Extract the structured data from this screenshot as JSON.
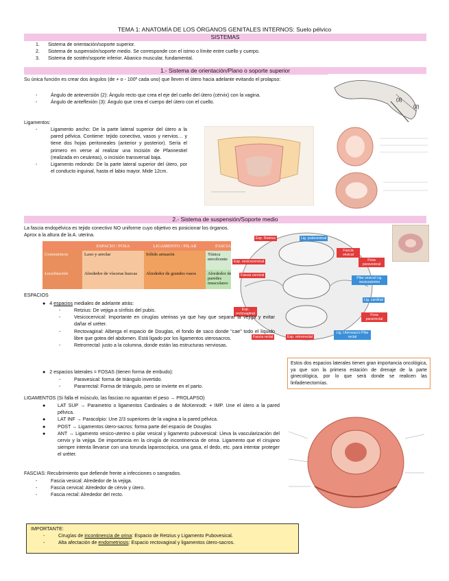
{
  "header": {
    "title": "TEMA 1: ANATOMÍA DE LOS ÓRGANOS GENITALES INTERNOS: Suelo pélvico",
    "systems_band": "SISTEMAS"
  },
  "systems": [
    {
      "num": "1.",
      "text": "Sistema de orientación/soporte superior."
    },
    {
      "num": "2.",
      "text": "Sistema de suspensión/soporte medio. Se corresponde con el istmo o límite entre cuello y cuerpo."
    },
    {
      "num": "3.",
      "text": "Sistema de sostén/soporte inferior. Abanico muscular, fundamental."
    }
  ],
  "section1": {
    "band": "1.- Sistema de orientación/Plano o soporte superior",
    "intro": "Su única función es crear dos ángulos (de + o - 100º cada uno) que lleven el útero hacia adelante evitando el prolapso:",
    "angles": [
      "Ángulo de anteversión (2): Ángulo recto que crea el eje del cuello del útero (cérvix) con la vagina.",
      "Ángulo de anteflexión (3): Ángulo que crea el cuerpo del útero con el cuello."
    ],
    "ligaments_heading": "Ligamentos:",
    "ligaments": [
      "Ligamento ancho: De la parte lateral superior del útero a la pared pélvica. Contiene: tejido conectivo, vasos y nervios… y tiene dos hojas peritoneales (anterior y posterior). Sería el primero en verse al realizar una Incisión de Pfannestiel (realizada en cesáreas), o incisión transversal baja.",
      "Ligamento redondo: De la parte lateral superior del útero, por el conducto inguinal, hasta el labio mayor. Mide 12cm."
    ],
    "figure_labels": [
      "(3)",
      "(2)"
    ]
  },
  "section2": {
    "band": "2.- Sistema de suspensión/Soporte medio",
    "intro": "La fascia endopélvica es tejido conectivo NO uniforme cuyo objetivo es posicionar los órganos. Aprox a la altura de la A. uterina.",
    "table": {
      "headers": [
        "",
        "ESPACIO / FOSA",
        "LIGAMENTO / PILAR",
        "FASCIA"
      ],
      "rows": [
        [
          "Consistencia",
          "Laxo y areolar",
          "Sólido armazón",
          "Túnica envolvente"
        ],
        [
          "Localización",
          "Alrededor de vísceras huecas",
          "Alrededor de grandes vasos",
          "Alrededor de paredes musculares"
        ]
      ]
    },
    "diagram_labels": {
      "retzius": "Esp. Retzius",
      "pubovesical": "Lig. pubovesical",
      "fascia_vesical": "Fascia vesical",
      "vesicocervical": "Esp. vesicocervical",
      "paravesical": "Fosa paravesical",
      "fascia_cervical": "Fascia cervical",
      "pilar_vesical": "Pilar vesical Lig. vesicouterino",
      "cardinal": "Lig. cardinal",
      "rectovaginal": "Esp. rectovaginal",
      "pararrectal": "Fosa pararrectal",
      "fascia_rectal": "Fascia rectal",
      "retrorrectal": "Esp. retrorrectal",
      "uterosacro": "Lig. Uterosacro Pilar rectal"
    },
    "espacios_heading": "ESPACIOS",
    "espacios_line_pre": "4 ",
    "espacios_line_u": "espacios",
    "espacios_line_post": " mediales de adelante atrás:",
    "espacios_items": [
      {
        "name": "Retzius:",
        "text": " De vejiga a sínfisis del pubis."
      },
      {
        "name": "Vesicocervical:",
        "text": " Importante en cirugías uterinas ya que hay que separar la vejiga y evitar dañar el uréter."
      },
      {
        "name": "Rectovaginal:",
        "text": " Alberga el espacio de Douglas, el fondo de saco donde \"cae\" todo el líquido libre que gotea del abdomen. Está ligado por los ligamentos uterosacros."
      },
      {
        "name": "Retrorrectal:",
        "text": " justo a la columna, donde están las estructuras nerviosas."
      }
    ],
    "laterales_line": "2 espacios laterales = FOSAS (tienen forma de embudo):",
    "laterales_items": [
      {
        "name": "Paravesical:",
        "text": " forma de triángulo invertido."
      },
      {
        "name": "Pararrectal:",
        "text": " Forma de triángulo, pero se invierte en el parto."
      }
    ],
    "note_box": "Estos dos espacios laterales tienen gran importancia oncológica, ya que son la primera estación de drenaje de la parte ginecológica, por lo que será donde se realicen las linfadenectomías.",
    "ligamentos_heading": "LIGAMENTOS (Si falla el músculo, las fascias no aguantan el peso → PROLAPSO)",
    "ligamentos_items": [
      {
        "head": "LAT SUP → ",
        "text": "Parametrio o ligamentos Cardinales o de McKenrodt: + IMP. Une el útero a la pared pélvica."
      },
      {
        "head": "LAT INF → ",
        "text": "Paracolpio: Une 2/3 superiores de la vagina a la pared pélvica."
      },
      {
        "head": "POST → ",
        "text": "Ligamentos útero-sacros: forma parte del espacio de Douglas"
      },
      {
        "head": "ANT → ",
        "text": "Ligamento vesico-uterino o pilar vesical y ligamento pubovesical: Lleva la vascularización del cervix y la vejiga. De importancia en la cirugía de incontinencia de orina. Ligamento que el cirujano siempre intenta llevarse con una torunda laparoscópica, una gasa, el dedo, etc. para intentar proteger el uréter."
      }
    ],
    "fascias_line": "FASCIAS: Recubrimiento que defiende frente a infecciones o sangrados.",
    "fascias_items": [
      "Fascia vesical: Alrededor de la vejiga.",
      "Fascia cervical: Alrededor de cérvix y útero.",
      "Fascia rectal: Alrededor del recto."
    ]
  },
  "important": {
    "heading": "IMPORTANTE:",
    "items": [
      {
        "pre": "Cirugías de ",
        "u": "incontinencia de orina",
        "post": ": Espacio de Retzius y Ligamento Pubovesical."
      },
      {
        "pre": "Alta afectación de ",
        "u": "endometriosis",
        "post": ": Espacio rectovaginal y ligamentos útero-sacros."
      }
    ]
  },
  "colors": {
    "band": "#f4c6e6",
    "table_header": "#ef8b62",
    "label_red": "#e23b3b",
    "label_blue": "#3a8fd8",
    "note_border": "#e9944a",
    "important_bg": "#fff1b0"
  }
}
